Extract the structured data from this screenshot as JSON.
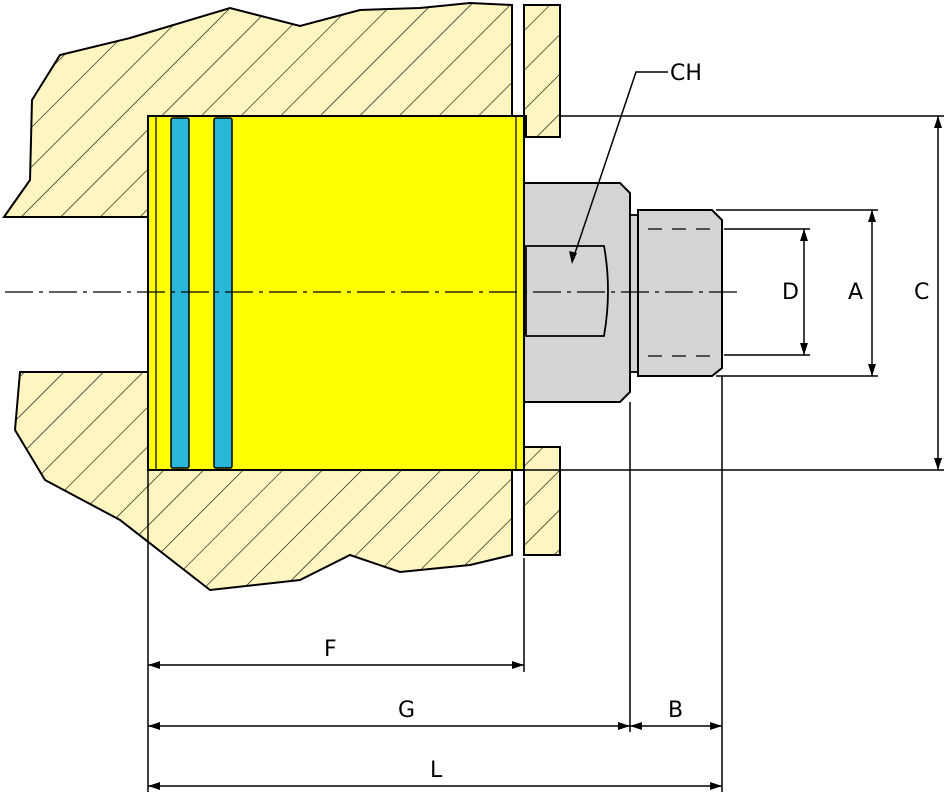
{
  "labels": {
    "ch": "CH",
    "d": "D",
    "a": "A",
    "c": "C",
    "f": "F",
    "g": "G",
    "b": "B",
    "l": "L"
  },
  "colors": {
    "housing": "#FFF5C0",
    "body": "#FFFF00",
    "seal": "#29B6D9",
    "fitting": "#D4D4D4",
    "line": "#000000",
    "hatch": "#000000"
  }
}
